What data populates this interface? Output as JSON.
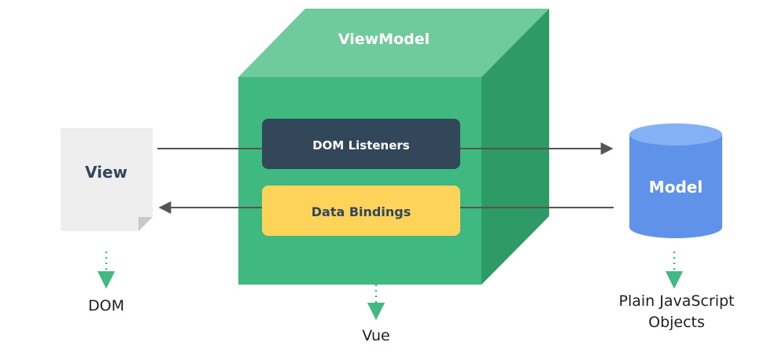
{
  "diagram": {
    "viewmodel": {
      "title": "ViewModel",
      "caption": "Vue",
      "dom_listeners": "DOM Listeners",
      "data_bindings": "Data Bindings"
    },
    "view": {
      "title": "View",
      "caption": "DOM"
    },
    "model": {
      "title": "Model",
      "caption_lines": [
        "Plain JavaScript",
        "Objects"
      ]
    },
    "colors": {
      "cube_front": "#3fb97f",
      "cube_top": "#6fca9c",
      "cube_side": "#2e9a65",
      "listeners_box": "#33475b",
      "bindings_box": "#fdd35a",
      "model_cylinder": "#5f92e8",
      "model_top": "#84b0f5",
      "view_page": "#eeeeee",
      "view_title": "#33475b",
      "arrow": "#555555",
      "dotted_arrow": "#42b983"
    }
  }
}
